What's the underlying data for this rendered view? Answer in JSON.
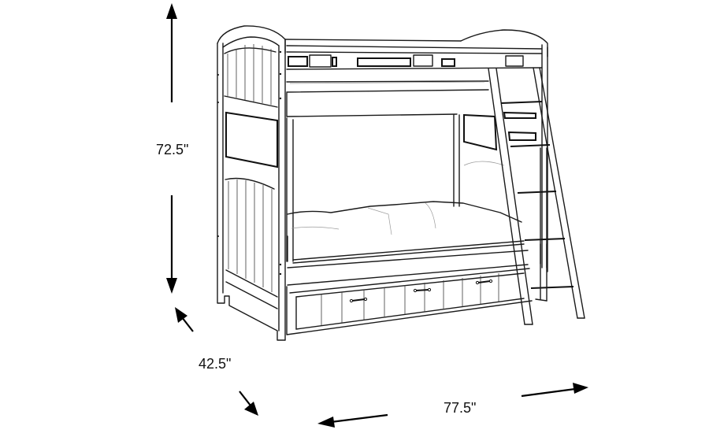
{
  "diagram": {
    "subject": "Bunk bed with ladder and trundle storage drawers",
    "style": "black line drawing on white background"
  },
  "dimensions": {
    "height": {
      "label": "72.5\"",
      "axis": "vertical"
    },
    "depth": {
      "label": "42.5\"",
      "axis": "diagonal"
    },
    "width": {
      "label": "77.5\"",
      "axis": "horizontal-perspective"
    }
  },
  "colors": {
    "background": "#ffffff",
    "line": "#1a1a1a",
    "text": "#111111"
  }
}
